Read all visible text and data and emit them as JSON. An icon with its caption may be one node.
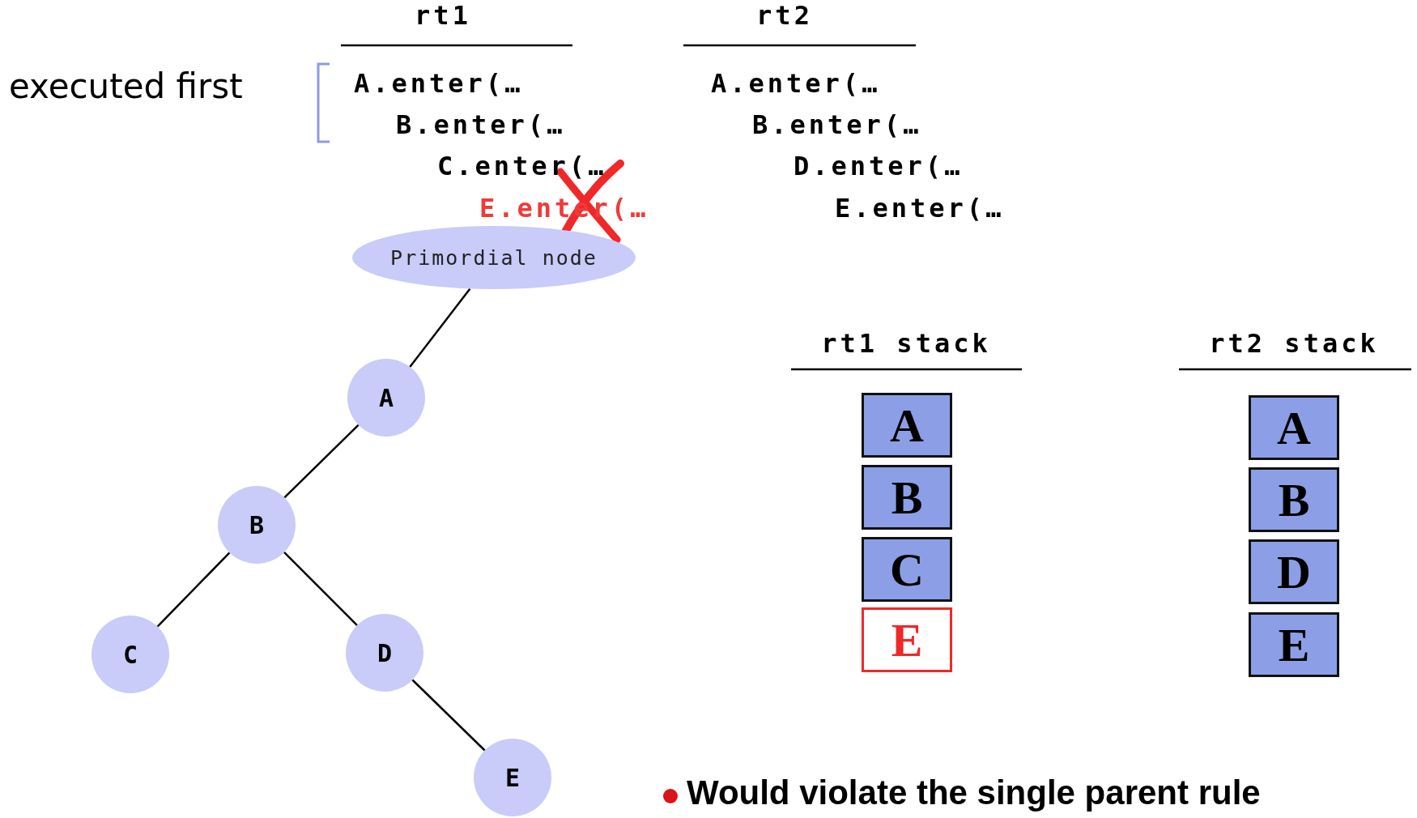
{
  "diagram": {
    "nodes": [
      {
        "text": [
          "Primordial node"
        ]
      },
      {
        "text": [
          "A"
        ]
      },
      {
        "text": [
          "B"
        ]
      },
      {
        "text": [
          "C"
        ]
      },
      {
        "text": [
          "D"
        ]
      },
      {
        "text": [
          "E"
        ]
      },
      {
        "text": [
          "A"
        ]
      },
      {
        "text": [
          "B"
        ]
      },
      {
        "text": [
          "C"
        ]
      },
      {
        "text": [
          "E"
        ]
      },
      {
        "text": [
          "A"
        ]
      },
      {
        "text": [
          "B"
        ]
      },
      {
        "text": [
          "D"
        ]
      },
      {
        "text": [
          "E"
        ]
      }
    ],
    "edges": [
      {
        "from": 0,
        "to": 1,
        "arrow": "none"
      },
      {
        "from": 1,
        "to": 2,
        "arrow": "none"
      },
      {
        "from": 2,
        "to": 3,
        "arrow": "none"
      },
      {
        "from": 2,
        "to": 4,
        "arrow": "none"
      },
      {
        "from": 4,
        "to": 5,
        "arrow": "none"
      }
    ],
    "labels": [
      "rt1",
      "rt2",
      "executed first",
      "A.enter(…",
      "A.enter(…",
      "B.enter(…",
      "B.enter(…",
      "C.enter(…",
      "D.enter(…",
      "E.enter(…",
      "E.enter(…",
      "rt1 stack",
      "rt2 stack",
      "Would violate the single parent rule"
    ]
  }
}
